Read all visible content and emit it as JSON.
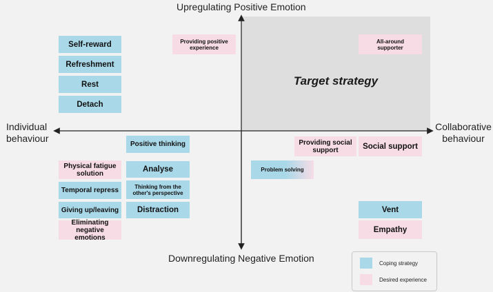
{
  "axes": {
    "top": "Upregulating Positive Emotion",
    "bottom": "Downregulating Negative Emotion",
    "left": "Individual\nbehaviour",
    "right": "Collaborative\nbehaviour"
  },
  "target_area": {
    "label": "Target strategy"
  },
  "items": {
    "self_reward": "Self-reward",
    "refreshment": "Refreshment",
    "rest": "Rest",
    "detach": "Detach",
    "providing_positive_experience": "Providing positive experience",
    "all_around_supporter": "All-around supporter",
    "positive_thinking": "Positive thinking",
    "physical_fatigue_solution": "Physical fatigue solution",
    "analyse": "Analyse",
    "temporal_repress": "Temporal repress",
    "thinking_from_other": "Thinking from the other's perspective",
    "giving_up_leaving": "Giving up/leaving",
    "distraction": "Distraction",
    "eliminating_negative_emotions": "Eliminating negative emotions",
    "providing_social_support": "Providing social support",
    "social_support": "Social support",
    "problem_solving": "Problem solving",
    "vent": "Vent",
    "empathy": "Empathy"
  },
  "legend": {
    "coping": "Coping strategy",
    "desired": "Desired experience"
  },
  "colors": {
    "coping": "#a9d8e8",
    "desired": "#f7dce6",
    "target": "#dedede"
  }
}
